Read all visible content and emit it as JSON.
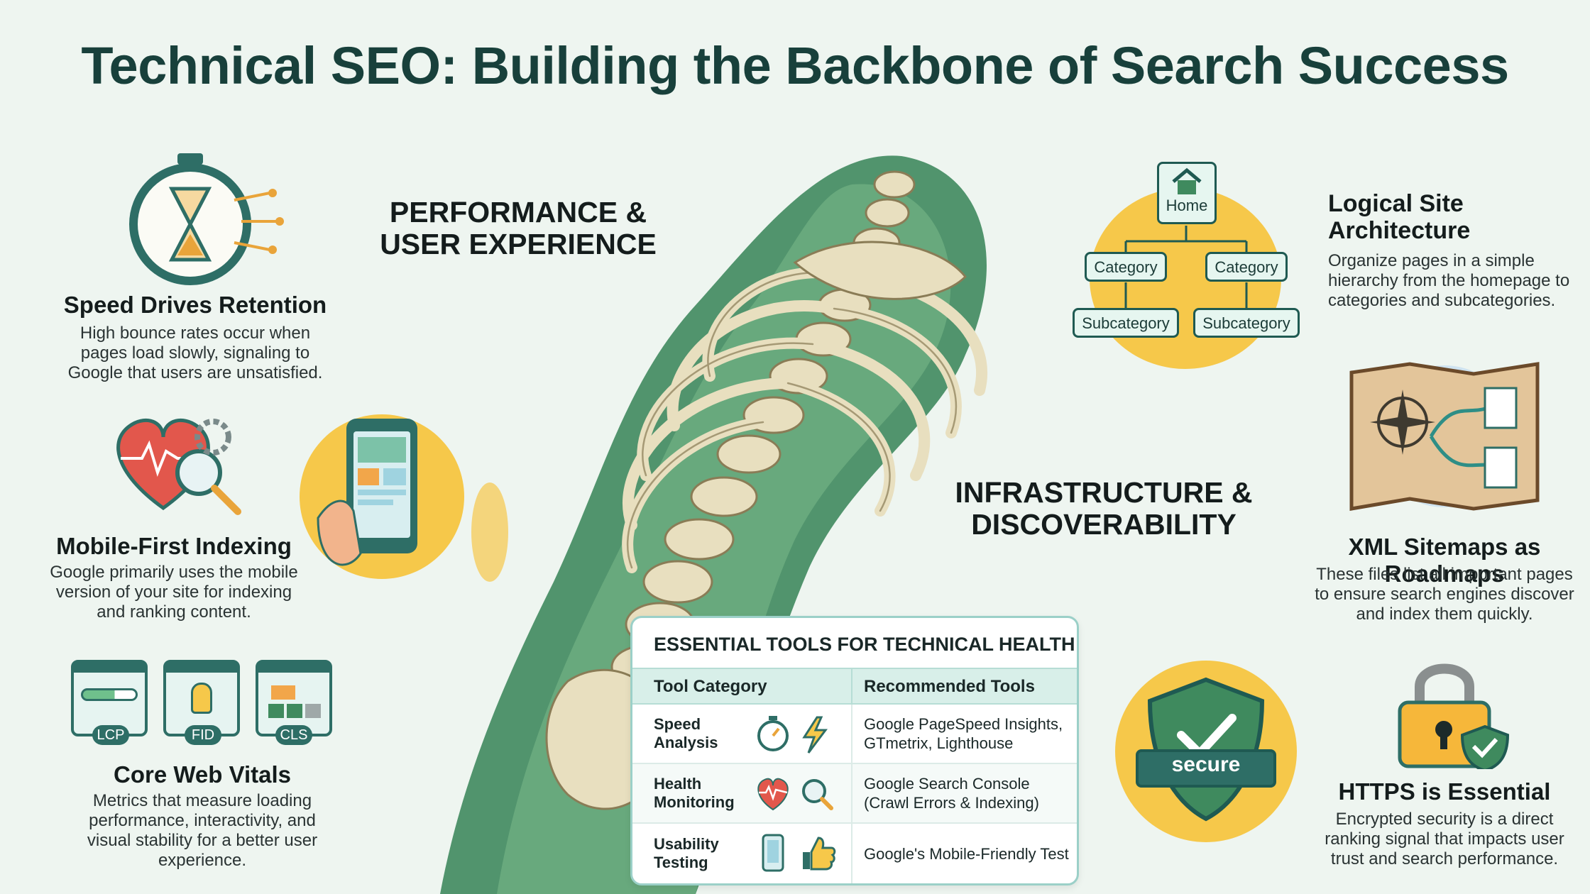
{
  "title": "Technical SEO: Building the Backbone of Search Success",
  "sections": {
    "performance": [
      "PERFORMANCE &",
      "USER EXPERIENCE"
    ],
    "infrastructure": [
      "INFRASTRUCTURE &",
      "DISCOVERABILITY"
    ]
  },
  "left_cards": [
    {
      "title": "Speed Drives Retention",
      "lines": [
        "High bounce rates occur when",
        "pages load slowly, signaling to",
        "Google that users are unsatisfied."
      ]
    },
    {
      "title": "Mobile-First Indexing",
      "lines": [
        "Google primarily uses the mobile",
        "version of your site for indexing",
        "and ranking content."
      ]
    },
    {
      "title": "Core Web Vitals",
      "lines": [
        "Metrics that measure loading",
        "performance, interactivity, and",
        "visual stability for a better user",
        "experience."
      ],
      "badges": [
        "LCP",
        "FID",
        "CLS"
      ]
    }
  ],
  "right_cards": [
    {
      "title_lines": [
        "Logical Site",
        "Architecture"
      ],
      "lines": [
        "Organize pages in a simple",
        "hierarchy from the homepage to",
        "categories and subcategories."
      ]
    },
    {
      "title": "XML Sitemaps as Roadmaps",
      "lines": [
        "These files list all important pages",
        "to ensure search engines discover",
        "and index them quickly."
      ]
    },
    {
      "title": "HTTPS is Essential",
      "lines": [
        "Encrypted security is a direct",
        "ranking signal that impacts user",
        "trust and search performance."
      ],
      "badge": "secure"
    }
  ],
  "site_tree": {
    "home": "Home",
    "category": "Category",
    "subcategory": "Subcategory"
  },
  "tools_table": {
    "title": "ESSENTIAL TOOLS FOR TECHNICAL HEALTH",
    "headers": [
      "Tool Category",
      "Recommended Tools"
    ],
    "rows": [
      {
        "category": [
          "Speed",
          "Analysis"
        ],
        "tools": [
          "Google PageSpeed Insights,",
          "GTmetrix, Lighthouse"
        ],
        "icons": [
          "stopwatch-icon",
          "lightning-icon"
        ]
      },
      {
        "category": [
          "Health",
          "Monitoring"
        ],
        "tools": [
          "Google Search Console",
          "(Crawl Errors & Indexing)"
        ],
        "icons": [
          "heartbeat-icon",
          "magnifier-icon"
        ]
      },
      {
        "category": [
          "Usability",
          "Testing"
        ],
        "tools": [
          "Google's Mobile-Friendly Test"
        ],
        "icons": [
          "phone-icon",
          "thumbs-up-icon"
        ]
      }
    ]
  },
  "colors": {
    "title": "#18403b",
    "green_blob": "#3f8a5e",
    "yellow": "#f6c84a",
    "teal": "#2e6e66"
  }
}
